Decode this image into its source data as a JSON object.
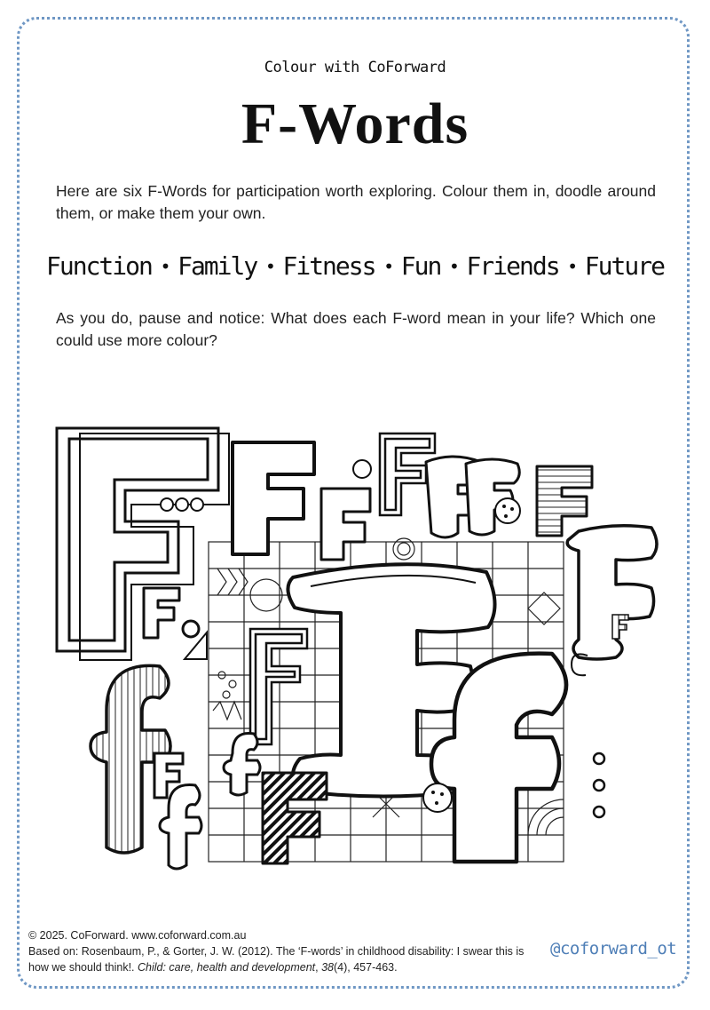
{
  "header": {
    "subtitle": "Colour with CoForward",
    "title": "F-Words"
  },
  "intro": "Here are six F-Words for participation worth exploring. Colour them in, doodle around them, or make them your own.",
  "fwords": [
    "Function",
    "Family",
    "Fitness",
    "Fun",
    "Friends",
    "Future"
  ],
  "separator": "•",
  "reflection": "As you do, pause and notice: What does each F-word mean in your life? Which one could use more colour?",
  "illustration": {
    "letters": {
      "upper": "F",
      "lower": "f"
    }
  },
  "footer": {
    "copyright": "© 2025. CoForward. www.coforward.com.au",
    "ref_prefix": "Based on: Rosenbaum, P., & Gorter, J. W. (2012). The ‘F-words’ in childhood disability: I swear this is how we should think!. ",
    "ref_journal": "Child: care, health and development",
    "ref_sep": ", ",
    "ref_volume": "38",
    "ref_suffix": "(4), 457-463."
  },
  "handle": "@coforward_ot",
  "colors": {
    "frame": "#6f97c4",
    "handle": "#4f7fb7",
    "ink": "#111111"
  }
}
